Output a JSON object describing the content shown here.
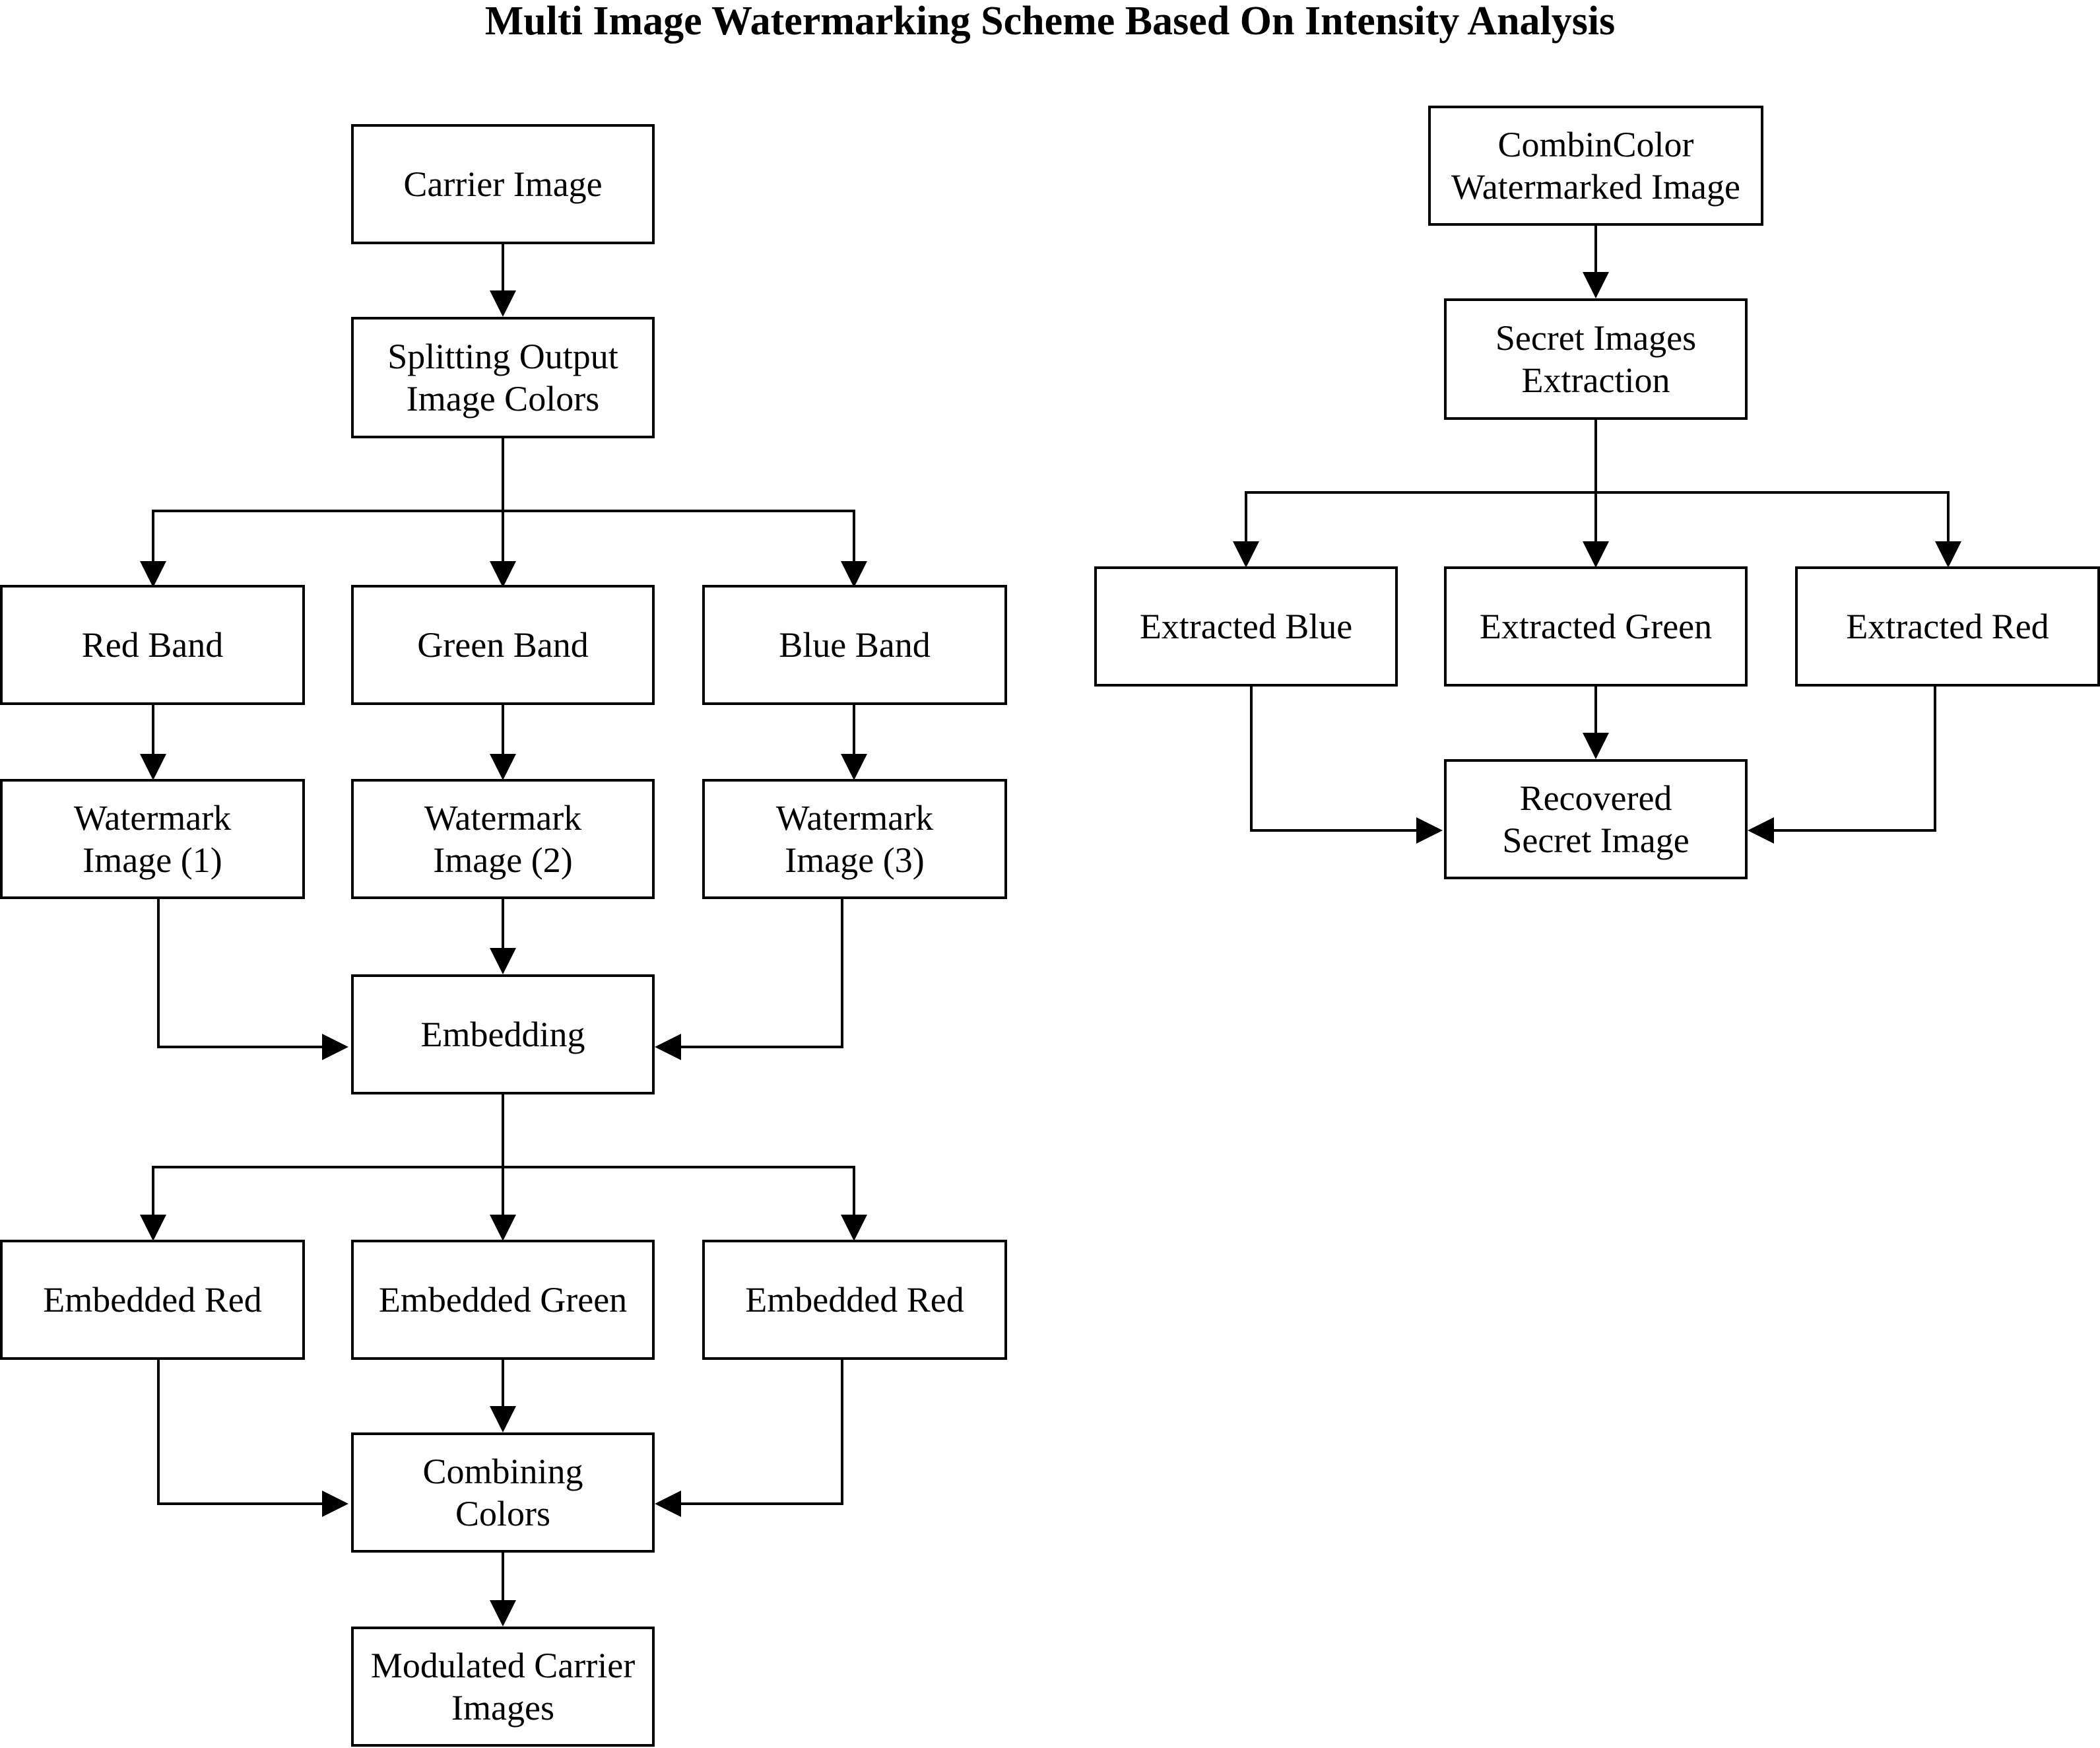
{
  "title": "Multi Image Watermarking Scheme Based On Intensity Analysis",
  "colors": {
    "stroke": "#000000",
    "background": "#ffffff"
  },
  "boxes": {
    "carrier_image": [
      "Carrier Image"
    ],
    "splitting": [
      "Splitting Output",
      "Image Colors"
    ],
    "red_band": [
      "Red Band"
    ],
    "green_band": [
      "Green Band"
    ],
    "blue_band": [
      "Blue Band"
    ],
    "watermark_1": [
      "Watermark",
      "Image (1)"
    ],
    "watermark_2": [
      "Watermark",
      "Image (2)"
    ],
    "watermark_3": [
      "Watermark",
      "Image (3)"
    ],
    "embedding": [
      "Embedding"
    ],
    "embedded_red_left": [
      "Embedded Red"
    ],
    "embedded_green": [
      "Embedded Green"
    ],
    "embedded_red_right": [
      "Embedded Red"
    ],
    "combining_colors": [
      "Combining",
      "Colors"
    ],
    "modulated_carrier": [
      "Modulated Carrier",
      "Images"
    ],
    "combincolor_watermarked": [
      "CombinColor",
      "Watermarked Image"
    ],
    "secret_extraction": [
      "Secret Images",
      "Extraction"
    ],
    "extracted_blue": [
      "Extracted Blue"
    ],
    "extracted_green": [
      "Extracted Green"
    ],
    "extracted_red": [
      "Extracted Red"
    ],
    "recovered_secret": [
      "Recovered",
      "Secret Image"
    ]
  },
  "edges": [
    [
      "carrier_image",
      "splitting"
    ],
    [
      "splitting",
      "red_band"
    ],
    [
      "splitting",
      "green_band"
    ],
    [
      "splitting",
      "blue_band"
    ],
    [
      "red_band",
      "watermark_1"
    ],
    [
      "green_band",
      "watermark_2"
    ],
    [
      "blue_band",
      "watermark_3"
    ],
    [
      "watermark_1",
      "embedding"
    ],
    [
      "watermark_2",
      "embedding"
    ],
    [
      "watermark_3",
      "embedding"
    ],
    [
      "embedding",
      "embedded_red_left"
    ],
    [
      "embedding",
      "embedded_green"
    ],
    [
      "embedding",
      "embedded_red_right"
    ],
    [
      "embedded_red_left",
      "combining_colors"
    ],
    [
      "embedded_green",
      "combining_colors"
    ],
    [
      "embedded_red_right",
      "combining_colors"
    ],
    [
      "combining_colors",
      "modulated_carrier"
    ],
    [
      "combincolor_watermarked",
      "secret_extraction"
    ],
    [
      "secret_extraction",
      "extracted_blue"
    ],
    [
      "secret_extraction",
      "extracted_green"
    ],
    [
      "secret_extraction",
      "extracted_red"
    ],
    [
      "extracted_blue",
      "recovered_secret"
    ],
    [
      "extracted_green",
      "recovered_secret"
    ],
    [
      "extracted_red",
      "recovered_secret"
    ]
  ]
}
